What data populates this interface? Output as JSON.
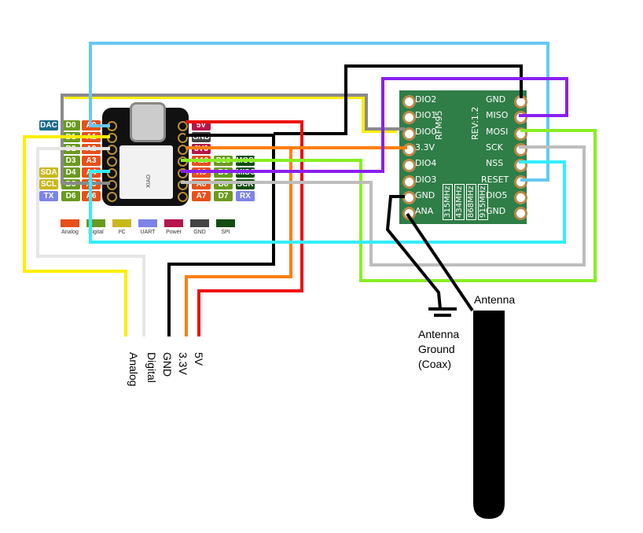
{
  "xiao": {
    "left_labels": [
      [
        "DAC",
        "D0",
        "A0"
      ],
      [
        "",
        "D1",
        "A1"
      ],
      [
        "",
        "D2",
        "A2"
      ],
      [
        "",
        "D3",
        "A3"
      ],
      [
        "SDA",
        "D4",
        "A4"
      ],
      [
        "SCL",
        "D5",
        "A5"
      ],
      [
        "TX",
        "D6",
        "A6"
      ]
    ],
    "right_labels": [
      [
        "5V"
      ],
      [
        "GND"
      ],
      [
        "3V3"
      ],
      [
        "A10",
        "D10",
        "MOSI"
      ],
      [
        "A9",
        "D9",
        "MISO"
      ],
      [
        "A8",
        "D8",
        "SCK"
      ],
      [
        "A7",
        "D7",
        "RX"
      ]
    ],
    "silk": "XIAO"
  },
  "legend": [
    {
      "label": "Analog",
      "color": "#e8501a"
    },
    {
      "label": "Digital",
      "color": "#6a9a1e"
    },
    {
      "label": "I²C",
      "color": "#c9b81c"
    },
    {
      "label": "UART",
      "color": "#7d83e8"
    },
    {
      "label": "Power",
      "color": "#b5154b"
    },
    {
      "label": "GND",
      "color": "#444444"
    },
    {
      "label": "SPI",
      "color": "#124d12"
    }
  ],
  "rfm": {
    "left_pins": [
      "DIO2",
      "DIO1",
      "DIO0",
      "3.3V",
      "DIO4",
      "DIO3",
      "GND",
      "ANA"
    ],
    "right_pins": [
      "GND",
      "MISO",
      "MOSI",
      "SCK",
      "NSS",
      "RESET",
      "DIO5",
      "GND"
    ],
    "model": "RFM95",
    "rev": "REV:1.2",
    "freqs": [
      "315MHz",
      "434MHz",
      "868MHz",
      "915MHz"
    ]
  },
  "bottom_labels": [
    "Analog",
    "Digital",
    "GND",
    "3.3V",
    "5V"
  ],
  "antenna_label": "Antenna",
  "antenna_ground_label": [
    "Antenna",
    "Ground",
    "(Coax)"
  ],
  "wire_colors": {
    "light_blue": "#66c8f2",
    "gray": "#8a8a8a",
    "yellow": "#ffee00",
    "light_gray": "#bdbdbd",
    "cyan": "#33eeff",
    "black": "#000000",
    "red": "#ee1111",
    "orange": "#ff7f10",
    "green": "#88ee22",
    "purple": "#8a1ff0"
  }
}
